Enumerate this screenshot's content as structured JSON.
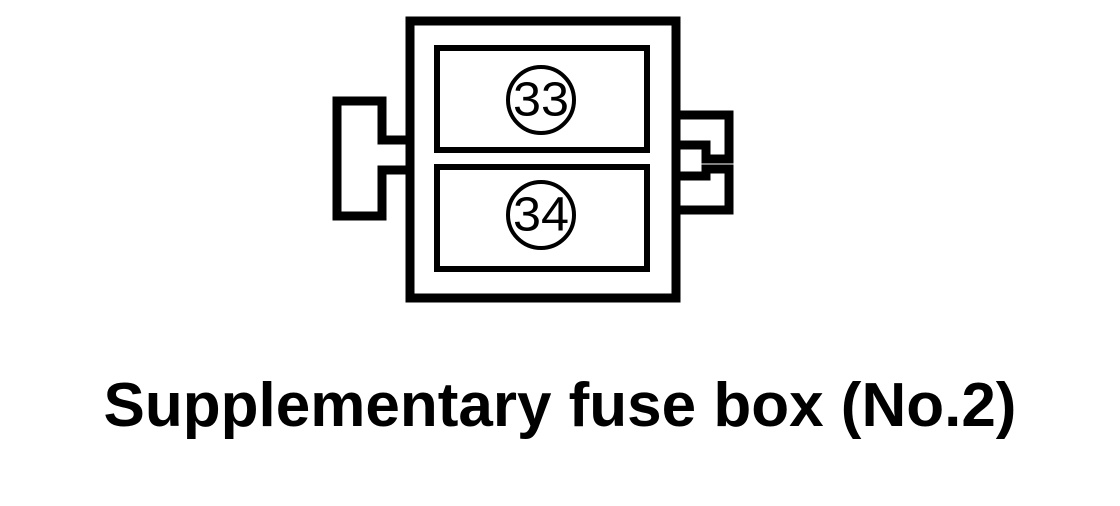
{
  "diagram": {
    "fuses": [
      {
        "number": "33"
      },
      {
        "number": "34"
      }
    ],
    "caption": "Supplementary fuse box (No.2)"
  },
  "colors": {
    "ink": "#000000",
    "background": "#ffffff"
  }
}
